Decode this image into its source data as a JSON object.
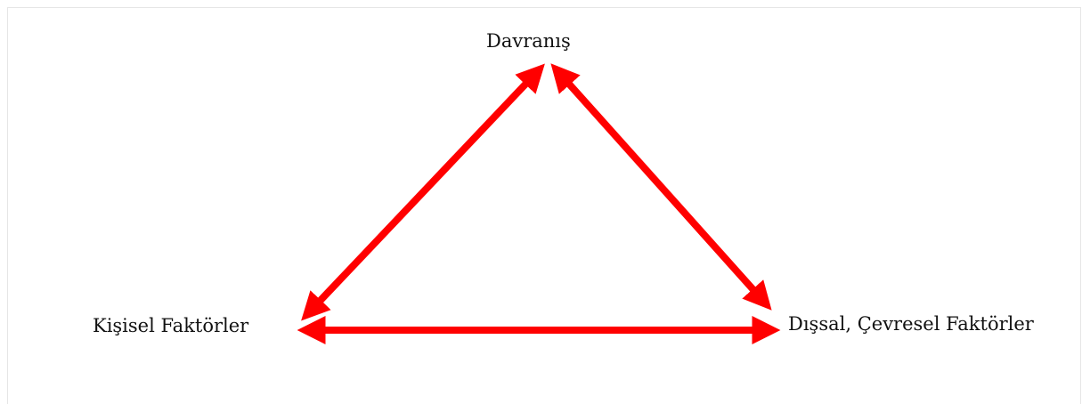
{
  "diagram": {
    "nodes": {
      "top": "Davranış",
      "left": "Kişisel Faktörler",
      "right": "Dışsal, Çevresel Faktörler"
    },
    "connections": [
      {
        "from": "top",
        "to": "left",
        "bidirectional": true
      },
      {
        "from": "top",
        "to": "right",
        "bidirectional": true
      },
      {
        "from": "left",
        "to": "right",
        "bidirectional": true
      }
    ],
    "arrow_color": "#ff0000"
  }
}
